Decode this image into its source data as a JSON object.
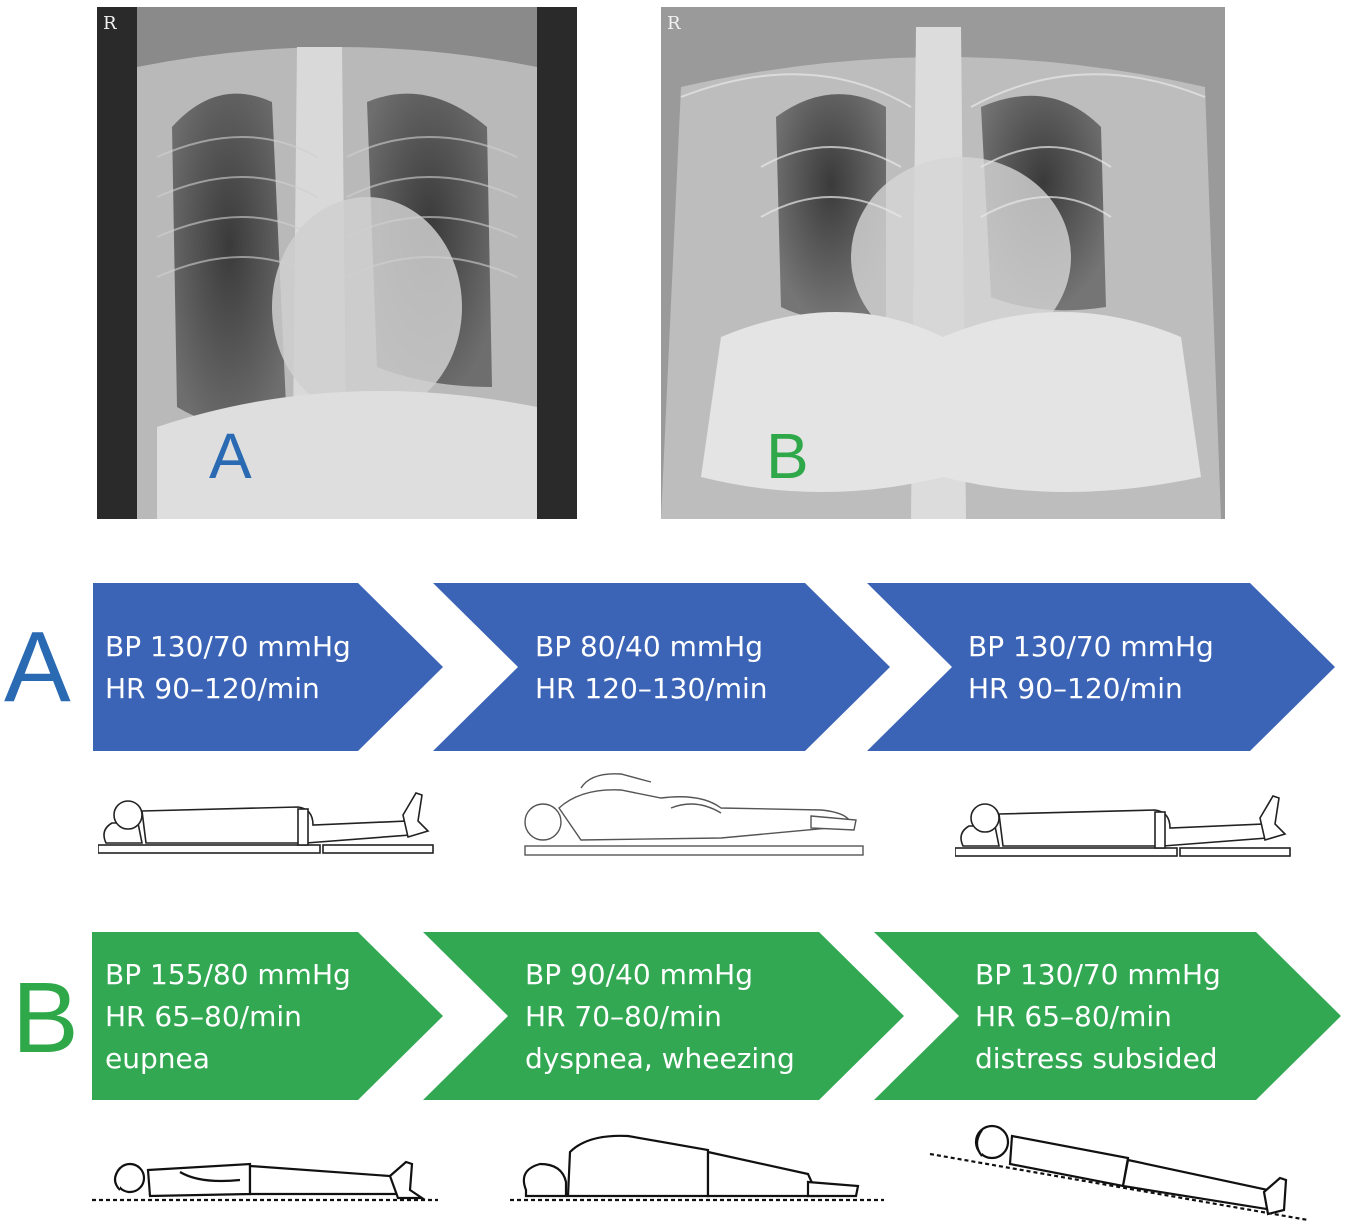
{
  "xrays": [
    {
      "marker": "R",
      "label": "A",
      "color": "#2a6ab3"
    },
    {
      "marker": "R",
      "label": "B",
      "color": "#2fa84a"
    }
  ],
  "rows": [
    {
      "letter": "A",
      "color": "#3b63b6",
      "steps": [
        {
          "lines": [
            "BP 130/70 mmHg",
            "HR 90–120/min"
          ],
          "posture": "supine-icon"
        },
        {
          "lines": [
            "BP 80/40 mmHg",
            "HR 120–130/min"
          ],
          "posture": "prone-icon"
        },
        {
          "lines": [
            "BP 130/70 mmHg",
            "HR 90–120/min"
          ],
          "posture": "supine-icon"
        }
      ]
    },
    {
      "letter": "B",
      "color": "#33a853",
      "steps": [
        {
          "lines": [
            "BP 155/80 mmHg",
            "HR 65–80/min",
            "eupnea"
          ],
          "posture": "supine-icon"
        },
        {
          "lines": [
            "BP 90/40 mmHg",
            "HR 70–80/min",
            "dyspnea, wheezing"
          ],
          "posture": "prone-icon"
        },
        {
          "lines": [
            "BP 130/70 mmHg",
            "HR 65–80/min",
            "distress subsided"
          ],
          "posture": "inclined-supine-icon"
        }
      ]
    }
  ]
}
